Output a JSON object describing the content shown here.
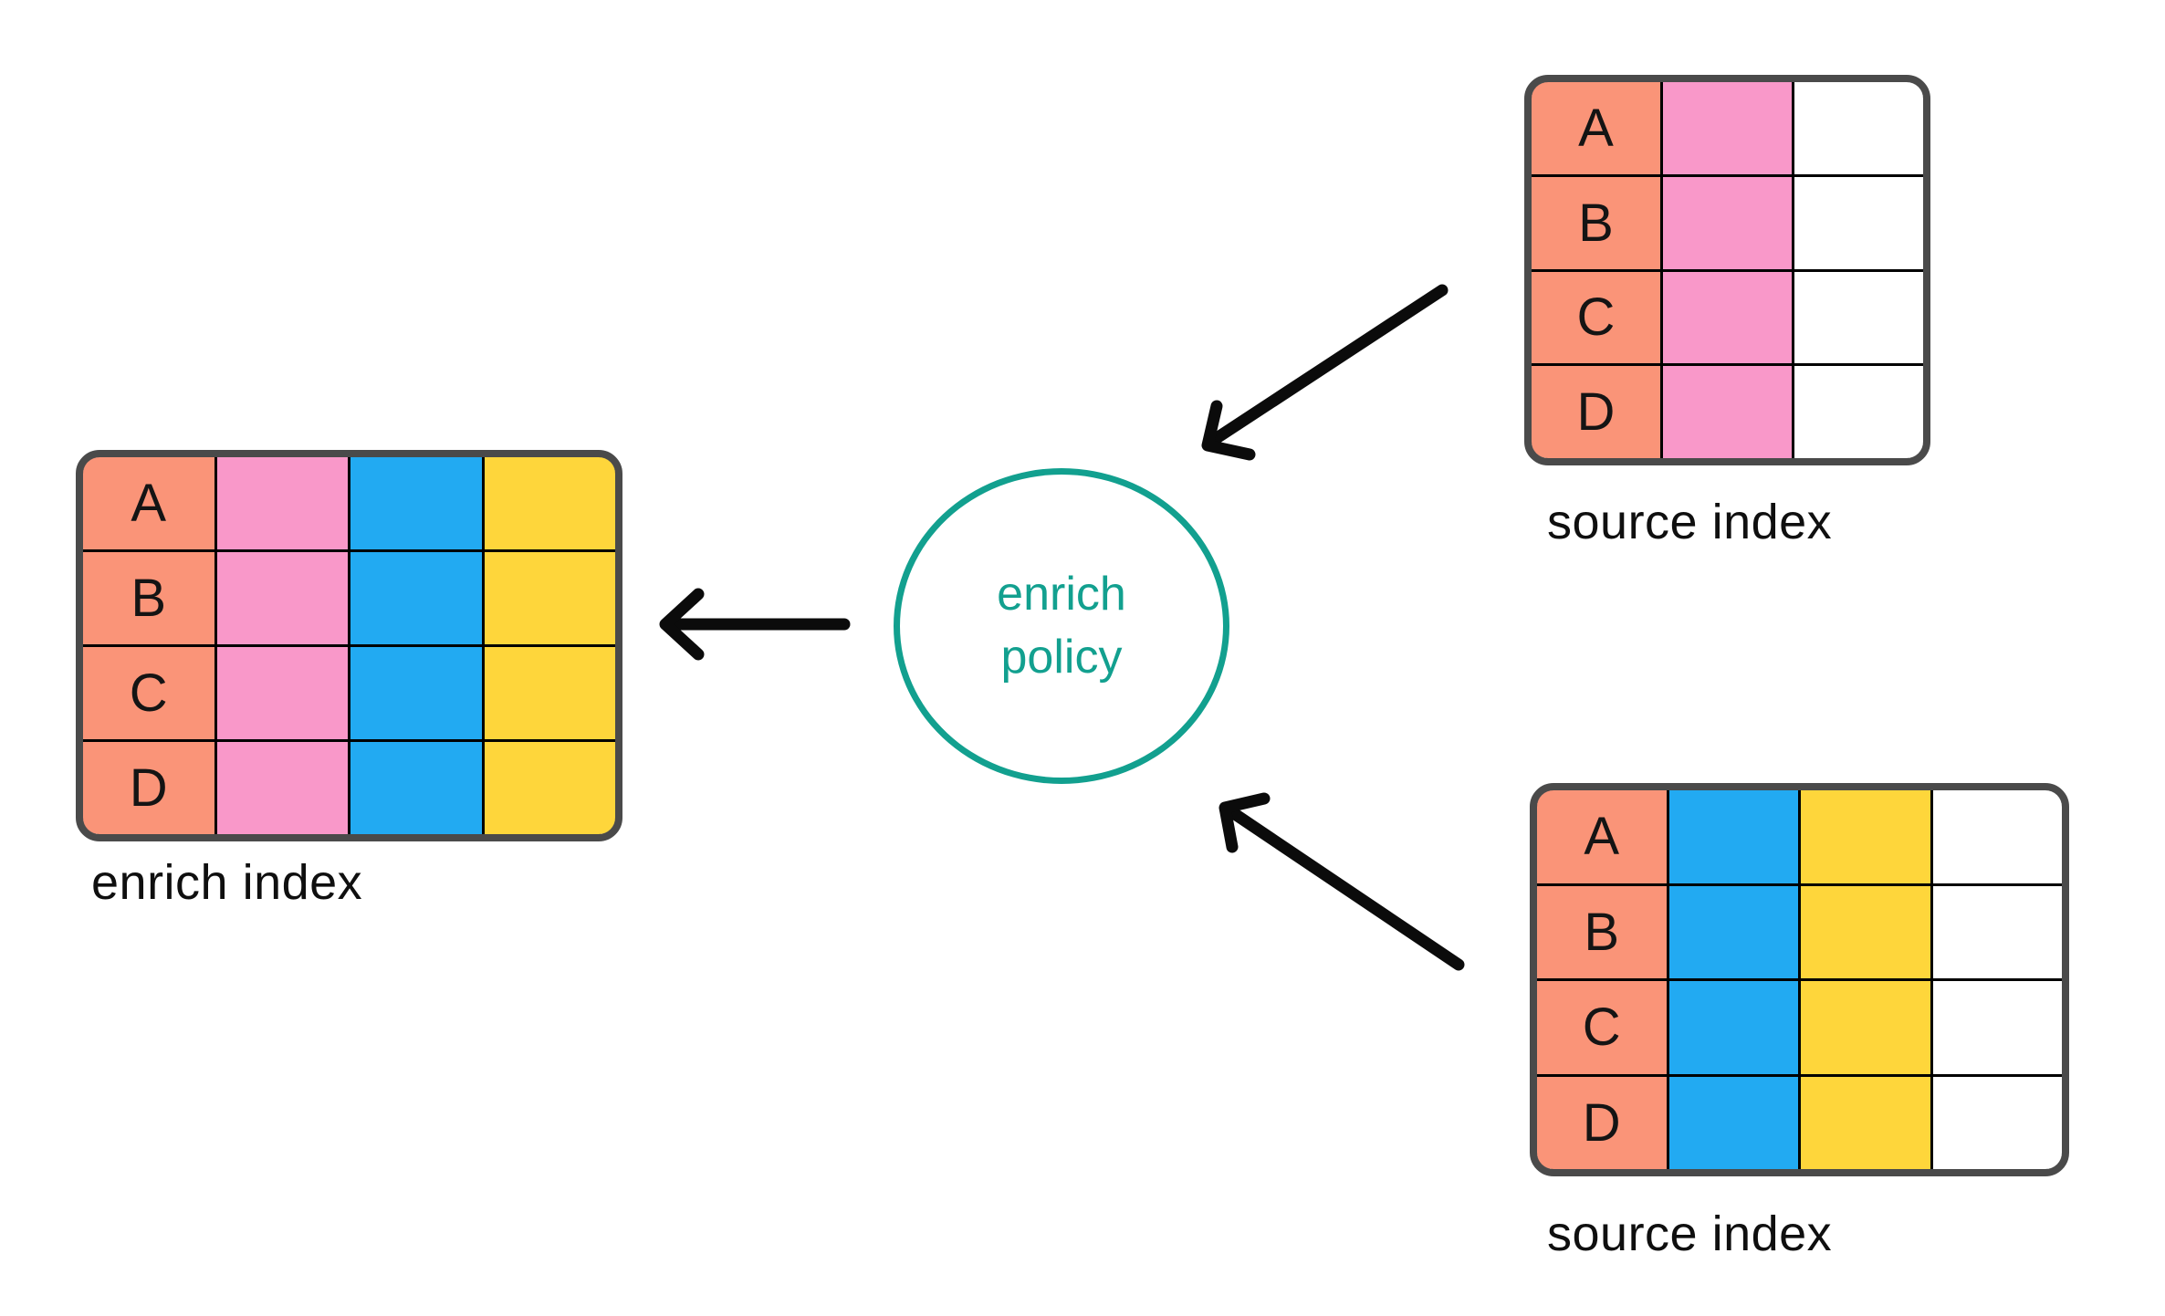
{
  "palette": {
    "salmon": "#FA9478",
    "pink": "#F998C9",
    "blue": "#22AAF2",
    "yellow": "#FED63B",
    "white": "#FFFFFF",
    "teal": "#12A08F",
    "arrow_black": "#0B0B0B",
    "table_border_gray": "#4A4A4A",
    "grid_line_black": "#000000",
    "label_text": "#0F0F0F"
  },
  "policy": {
    "label_line1": "enrich",
    "label_line2": "policy"
  },
  "tables": {
    "enrich": {
      "label": "enrich index",
      "row_labels": [
        "A",
        "B",
        "C",
        "D"
      ],
      "columns": [
        "salmon",
        "pink",
        "blue",
        "yellow"
      ]
    },
    "source_top": {
      "label": "source index",
      "row_labels": [
        "A",
        "B",
        "C",
        "D"
      ],
      "columns": [
        "salmon",
        "pink",
        "white"
      ]
    },
    "source_bottom": {
      "label": "source index",
      "row_labels": [
        "A",
        "B",
        "C",
        "D"
      ],
      "columns": [
        "salmon",
        "blue",
        "yellow",
        "white"
      ]
    }
  }
}
